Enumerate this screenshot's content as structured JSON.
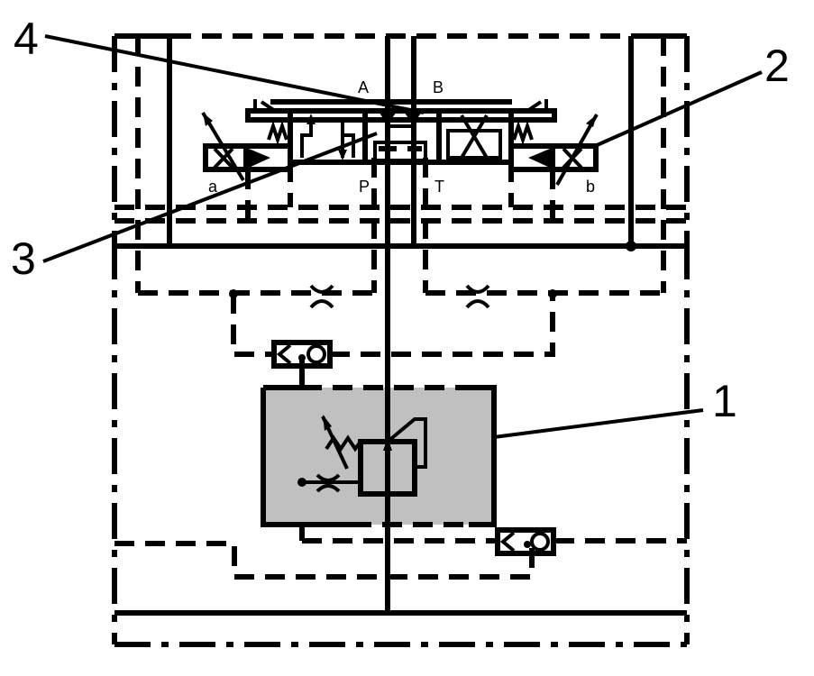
{
  "diagram": {
    "type": "hydraulic-schematic",
    "callouts": [
      {
        "id": "1",
        "label": "1",
        "target": "shaded-pressure-compensator-block"
      },
      {
        "id": "2",
        "label": "2",
        "target": "solenoid-b"
      },
      {
        "id": "3",
        "label": "3",
        "target": "main-spool-valve"
      },
      {
        "id": "4",
        "label": "4",
        "target": "center-position-valve"
      }
    ],
    "ports": {
      "A": "A",
      "B": "B",
      "P": "P",
      "T": "T",
      "a": "a",
      "b": "b"
    },
    "colors": {
      "line": "#000000",
      "shaded_block": "#c0c0c0",
      "background": "#ffffff"
    }
  }
}
